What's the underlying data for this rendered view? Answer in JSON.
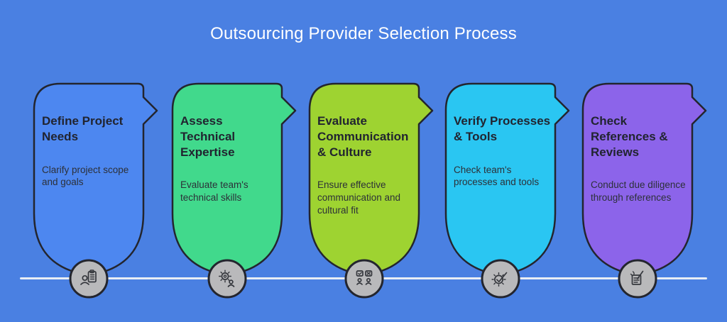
{
  "title": "Outsourcing Provider Selection Process",
  "colors": {
    "background": "#4a80e2",
    "title_text": "#ffffff",
    "outline": "#23252e",
    "timeline": "#e9eef5",
    "badge_fill": "#b9b9bb"
  },
  "steps": [
    {
      "title": "Define Project Needs",
      "description": "Clarify project scope and goals",
      "fill": "#4d87f0",
      "icon": "person-clipboard-icon"
    },
    {
      "title": "Assess Technical Expertise",
      "description": "Evaluate team's technical skills",
      "fill": "#41d98c",
      "icon": "gear-person-icon"
    },
    {
      "title": "Evaluate Communication & Culture",
      "description": "Ensure effective communication and cultural fit",
      "fill": "#9ed331",
      "icon": "people-chat-icon"
    },
    {
      "title": "Verify Processes & Tools",
      "description": "Check team's processes and tools",
      "fill": "#2ac6f2",
      "icon": "gear-check-icon"
    },
    {
      "title": "Check References & Reviews",
      "description": "Conduct due diligence through references",
      "fill": "#8c64ea",
      "icon": "document-review-icon"
    }
  ]
}
